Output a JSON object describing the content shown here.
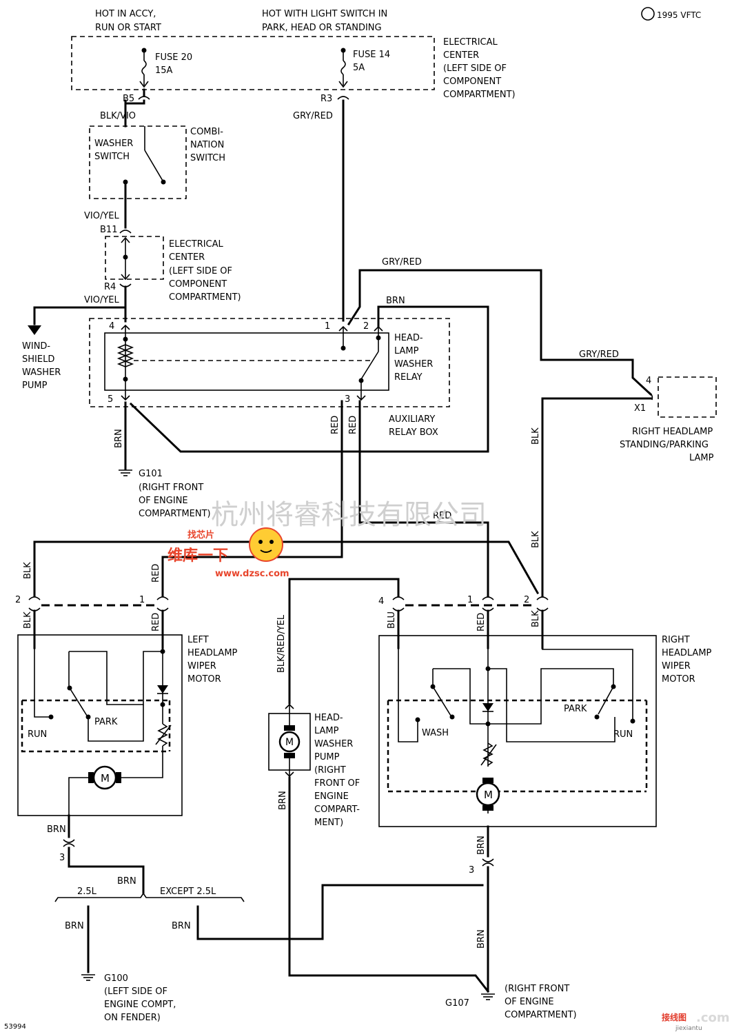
{
  "header": {
    "power_left": [
      "HOT IN ACCY,",
      "RUN OR START"
    ],
    "power_right": [
      "HOT WITH LIGHT SWITCH IN",
      "PARK, HEAD OR STANDING"
    ],
    "copyright": "1995 VFTC"
  },
  "electrical_center_top": [
    "ELECTRICAL",
    "CENTER",
    "(LEFT SIDE OF",
    "COMPONENT",
    "COMPARTMENT)"
  ],
  "fuses": [
    {
      "name": "FUSE 20",
      "rating": "15A",
      "pin": "B5"
    },
    {
      "name": "FUSE 14",
      "rating": "5A",
      "pin": "R3"
    }
  ],
  "wires": {
    "blk_vio": "BLK/VIO",
    "gry_red": "GRY/RED",
    "vio_yel": "VIO/YEL",
    "brn": "BRN",
    "red": "RED",
    "blk": "BLK",
    "blu": "BLU",
    "blk_red_yel": "BLK/RED/YEL"
  },
  "combination_switch": {
    "left": [
      "WASHER",
      "SWITCH"
    ],
    "right": [
      "COMBI-",
      "NATION",
      "SWITCH"
    ]
  },
  "electrical_center_mid": {
    "pin_top": "B11",
    "pin_bottom": "R4",
    "label": [
      "ELECTRICAL",
      "CENTER",
      "(LEFT SIDE OF",
      "COMPONENT",
      "COMPARTMENT)"
    ]
  },
  "washer_pump_label": [
    "WIND-",
    "SHIELD",
    "WASHER",
    "PUMP"
  ],
  "relay": {
    "label": [
      "HEAD-",
      "LAMP",
      "WASHER",
      "RELAY"
    ],
    "box_label": [
      "AUXILIARY",
      "RELAY BOX"
    ],
    "pins": [
      "4",
      "1",
      "2",
      "5",
      "3"
    ]
  },
  "right_lamp": {
    "pin": "4",
    "connector": "X1",
    "label": [
      "RIGHT HEADLAMP",
      "STANDING/PARKING",
      "LAMP"
    ]
  },
  "ground_g101": {
    "name": "G101",
    "label": [
      "(RIGHT FRONT",
      "OF ENGINE",
      "COMPARTMENT)"
    ]
  },
  "left_motor": {
    "label": [
      "LEFT",
      "HEADLAMP",
      "WIPER",
      "MOTOR"
    ],
    "run": "RUN",
    "park": "PARK",
    "motor": "M",
    "pins": [
      "2",
      "1",
      "3"
    ]
  },
  "pump_motor": {
    "label": [
      "HEAD-",
      "LAMP",
      "WASHER",
      "PUMP",
      "(RIGHT",
      "FRONT OF",
      "ENGINE",
      "COMPART-",
      "MENT)"
    ],
    "motor": "M"
  },
  "right_motor": {
    "label": [
      "RIGHT",
      "HEADLAMP",
      "WIPER",
      "MOTOR"
    ],
    "wash": "WASH",
    "park": "PARK",
    "run": "RUN",
    "motor": "M",
    "pins": [
      "4",
      "1",
      "2",
      "3"
    ]
  },
  "branch": {
    "left": "2.5L",
    "right": "EXCEPT 2.5L"
  },
  "ground_g100": {
    "name": "G100",
    "label": [
      "(LEFT SIDE OF",
      "ENGINE COMPT,",
      "ON FENDER)"
    ]
  },
  "ground_g107": {
    "name": "G107",
    "label": [
      "(RIGHT FRONT",
      "OF ENGINE",
      "COMPARTMENT)"
    ]
  },
  "figure_number": "53994",
  "watermark": {
    "company": "杭州将睿科技有限公司",
    "logo_top": "找芯片",
    "logo_mid": "维库一下",
    "url": "www.dzsc.com",
    "site": "接线图",
    "site_url": "jiexiantu",
    "site_com": ".com"
  },
  "colors": {
    "line": "#000000",
    "watermark": "#cfcfcf",
    "logo": "#e8452c"
  }
}
